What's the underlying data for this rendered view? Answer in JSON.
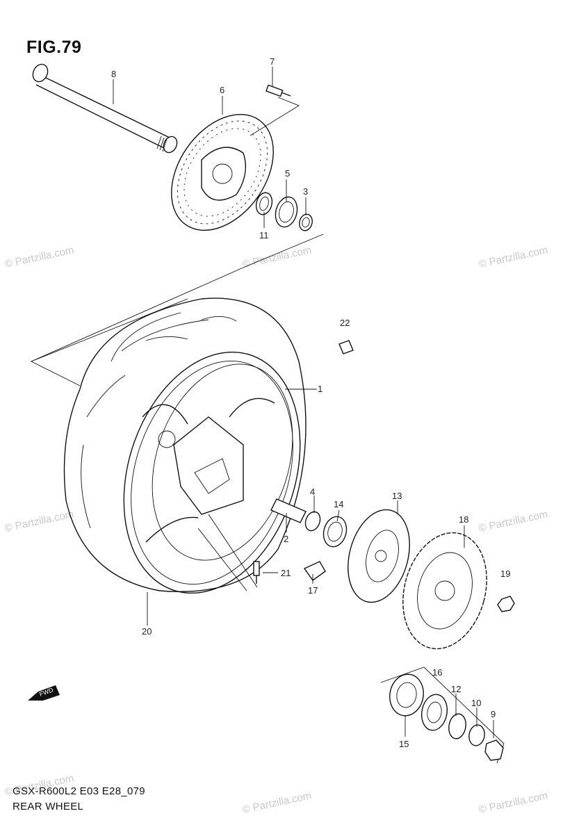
{
  "figure": {
    "title": "FIG.79",
    "footer_code": "GSX-R600L2 E03 E28_079",
    "footer_name": "REAR WHEEL",
    "watermark": "© Partzilla.com",
    "fwd_label": "FWD"
  },
  "callouts": [
    "1",
    "2",
    "3",
    "4",
    "5",
    "6",
    "7",
    "8",
    "9",
    "10",
    "11",
    "12",
    "13",
    "14",
    "15",
    "16",
    "17",
    "18",
    "19",
    "20",
    "21",
    "22"
  ],
  "colors": {
    "ink": "#111111",
    "watermark": "#c8c8c8",
    "background": "#ffffff"
  }
}
